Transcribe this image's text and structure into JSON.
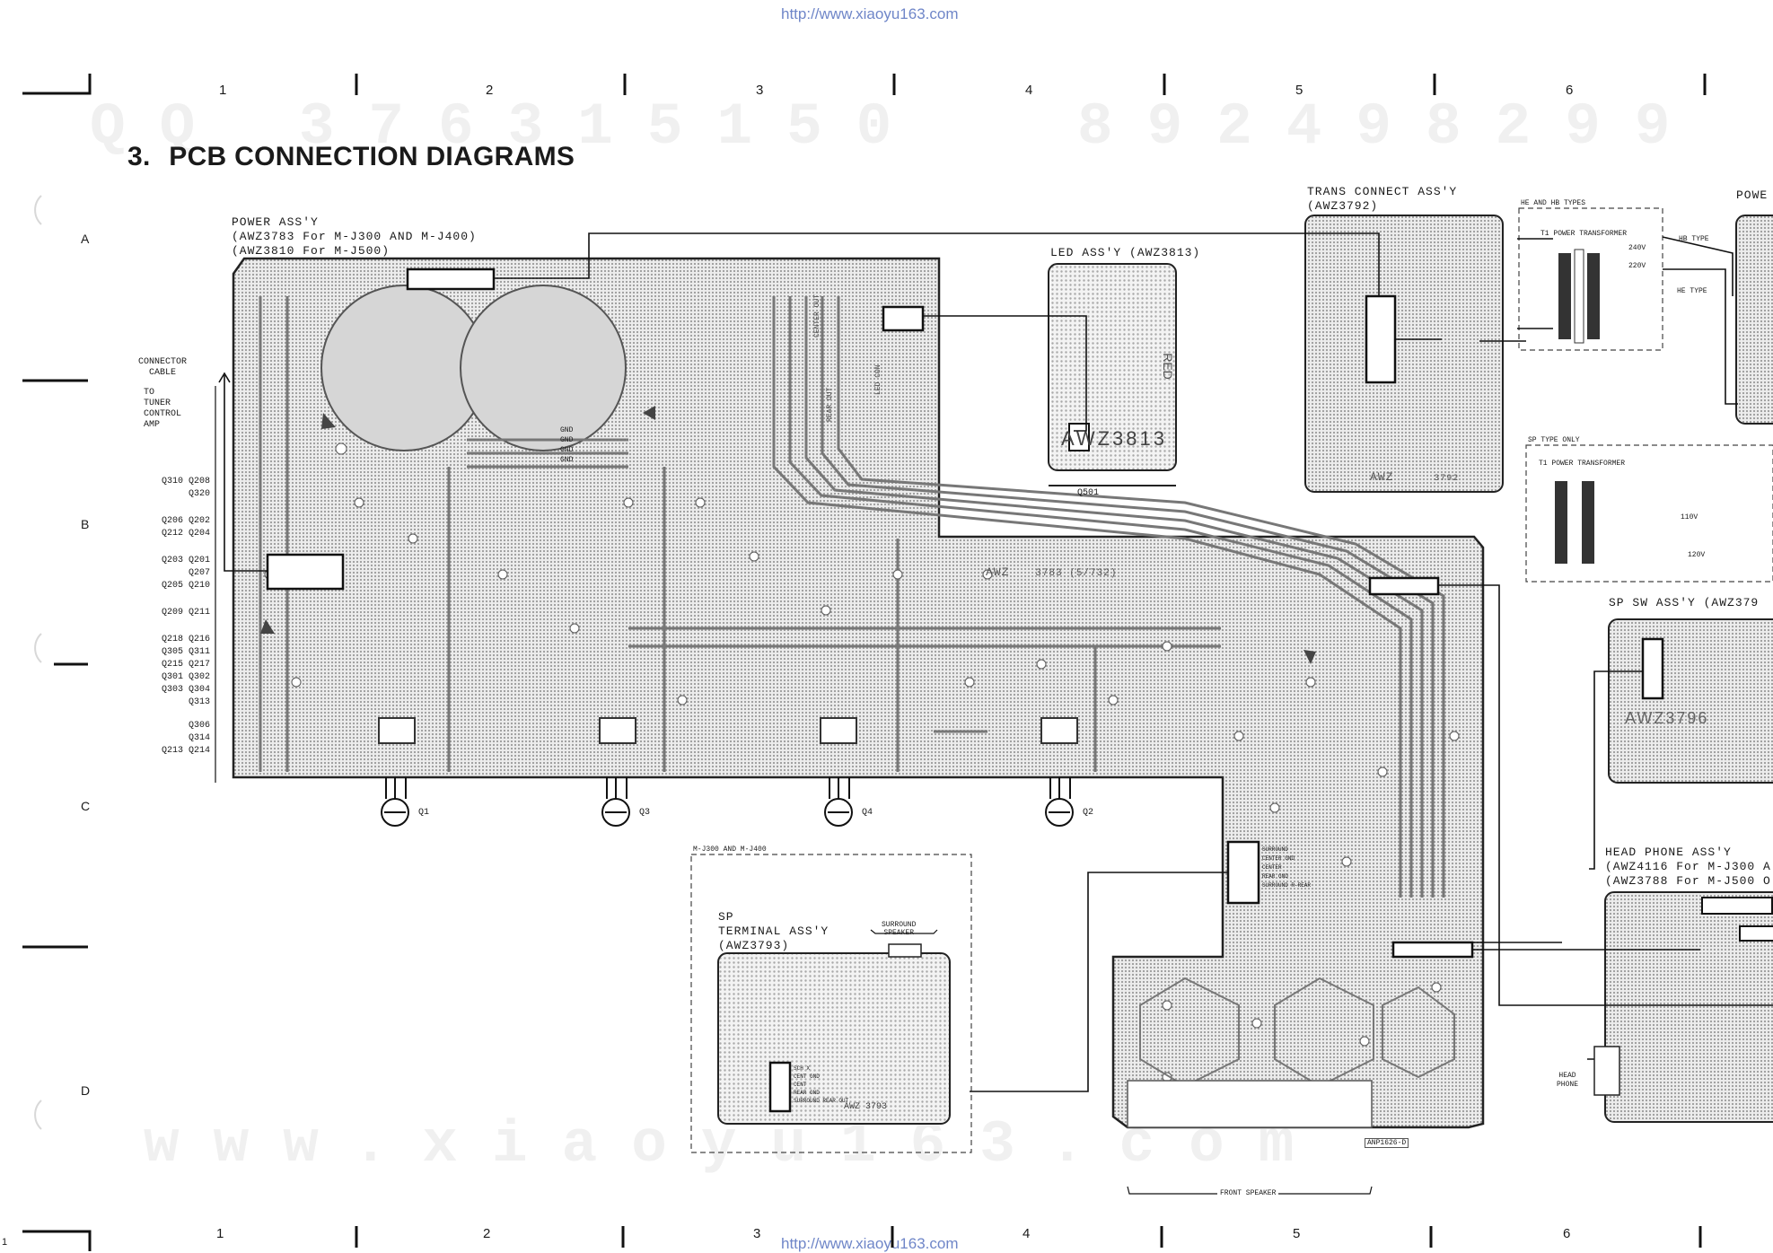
{
  "header": {
    "url": "http://www.xiaoyu163.com"
  },
  "footer": {
    "url": "http://www.xiaoyu163.com",
    "page_number": "1"
  },
  "title": {
    "number": "3.",
    "text": "PCB CONNECTION DIAGRAMS"
  },
  "watermarks": {
    "top": "QQ 376315150",
    "top_right": "892498299",
    "bottom": "www.xiaoyu163.com"
  },
  "grid": {
    "columns_top": [
      "1",
      "2",
      "3",
      "4",
      "5",
      "6"
    ],
    "columns_bottom": [
      "1",
      "2",
      "3",
      "4",
      "5",
      "6"
    ],
    "rows": [
      "A",
      "B",
      "C",
      "D"
    ]
  },
  "labels": {
    "power_assy": [
      "POWER ASS'Y",
      "(AWZ3783  For M-J300 AND M-J400)",
      "(AWZ3810  For M-J500)"
    ],
    "led_assy": "LED ASS'Y (AWZ3813)",
    "led_board_text": "AWZ3813",
    "led_board_red": "RED",
    "q501": "Q501",
    "trans_connect": [
      "TRANS CONNECT ASS'Y",
      "(AWZ3792)"
    ],
    "trans_board_text": "AWZ",
    "trans_board_num": "3792",
    "he_hb_types": "HE AND HB TYPES",
    "t1_power_transformer": "T1 POWER TRANSFORMER",
    "t1_power_transformer_2": "T1 POWER TRANSFORMER",
    "hb_type": "HB TYPE",
    "he_type": "HE TYPE",
    "sp_type_only": "SP TYPE ONLY",
    "volt_220": "220V",
    "volt_240": "240V",
    "volt_110": "110V",
    "volt_120": "120V",
    "power_right": "POWE",
    "sp_sw": "SP SW ASS'Y (AWZ379",
    "sp_sw_board": "AWZ3796",
    "head_phone": [
      "HEAD PHONE ASS'Y",
      "(AWZ4116 For M-J300 A",
      "(AWZ3788 For M-J500 O"
    ],
    "head_phone_jack": [
      "HEAD",
      "PHONE"
    ],
    "connector": [
      "CONNECTOR",
      "CABLE"
    ],
    "to_tuner": [
      "TO",
      "TUNER",
      "CONTROL",
      "AMP"
    ],
    "q_list": [
      "Q310  Q208",
      "Q320",
      "Q206  Q202",
      "Q212  Q204",
      "Q203  Q201",
      "Q207",
      "Q205  Q210",
      "Q209  Q211",
      "Q218  Q216",
      "Q305  Q311",
      "Q215  Q217",
      "Q301  Q302",
      "Q303  Q304",
      "Q313",
      "Q306",
      "Q314",
      "Q213  Q214"
    ],
    "transistors": [
      "Q1",
      "Q3",
      "Q4",
      "Q2"
    ],
    "awz_main": "AWZ",
    "awz_main_num": "3783 (5/732)",
    "m_j300_j400": "M-J300 AND M-J400",
    "sp_terminal": [
      "SP",
      "TERMINAL ASS'Y",
      "(AWZ3793)"
    ],
    "surround_speaker": [
      "SURROUND",
      "SPEAKER"
    ],
    "sp_terminal_board": "AWZ 3793",
    "front_speaker": "FRONT SPEAKER",
    "anp": "ANP1626-D",
    "conn_pins_sp": [
      "SCH X",
      "CENT GND",
      "CENT",
      "REAR GND",
      "SURROUND REAR OUT"
    ],
    "conn_pins_main": [
      "SURROUND",
      "CENTER GND",
      "CENTER",
      "REAR GND",
      "SURROUND R-REAR"
    ],
    "trace_labels": [
      "CENTER OUT",
      "REAR OUT",
      "LED CON",
      "GND",
      "GND",
      "GND",
      "GND"
    ]
  },
  "colors": {
    "background": "#ffffff",
    "ink": "#1a1a1a",
    "pcb_fill": "#bdbdbd",
    "link": "#6f86c8"
  }
}
